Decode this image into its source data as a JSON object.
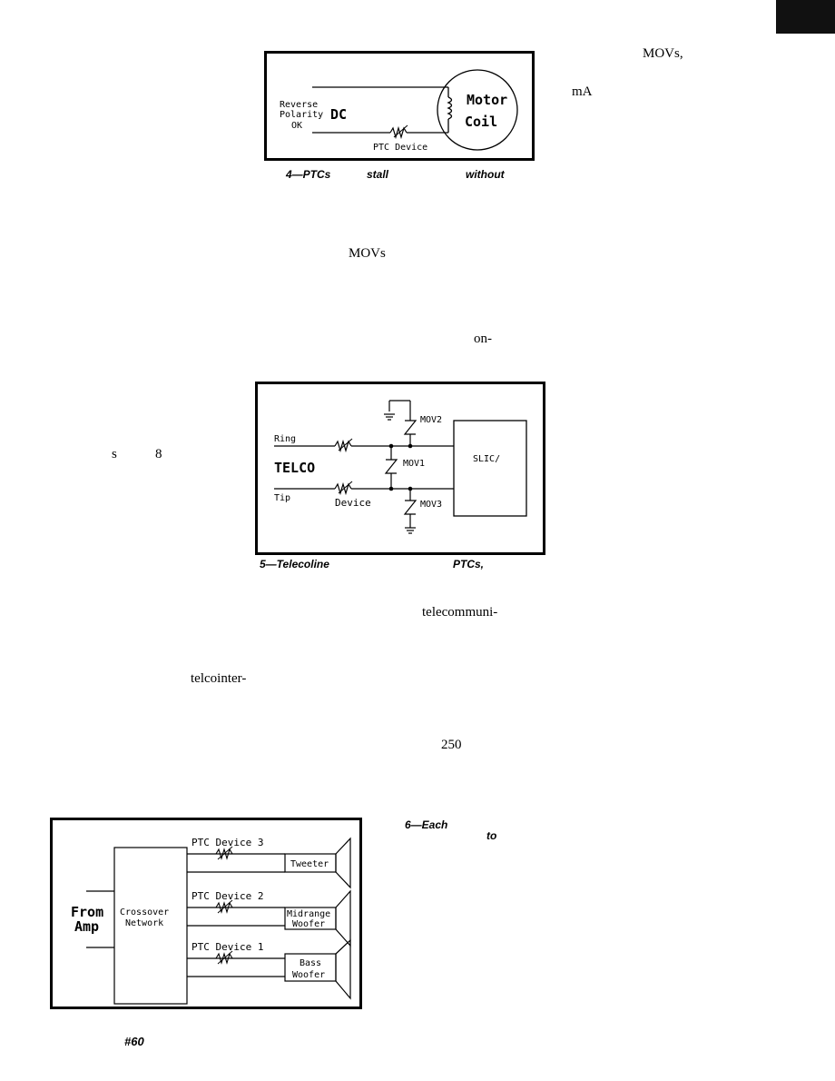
{
  "page_fragments": {
    "movs_top": "MOVs,",
    "ma": "mA",
    "movs_mid": "MOVs",
    "on": "on-",
    "s": "s",
    "eight": "8",
    "telecommuni": "telecommuni-",
    "telcointer": "telcointer-",
    "two_fifty": "250"
  },
  "figure4": {
    "reverse": "Reverse",
    "polarity": "Polarity",
    "ok": "OK",
    "dc": "DC",
    "motor": "Motor",
    "coil": "Coil",
    "ptc_device": "PTC Device",
    "caption_num": "4—PTCs",
    "caption_a": "stall",
    "caption_b": "without"
  },
  "figure5": {
    "mov2": "MOV2",
    "mov1": "MOV1",
    "mov3": "MOV3",
    "ring": "Ring",
    "telco": "TELCO",
    "tip": "Tip",
    "device": "Device",
    "slic": "SLIC/",
    "caption_num": "5—Telecoline",
    "caption_b": "PTCs,"
  },
  "figure6": {
    "ptc3": "PTC Device 3",
    "ptc2": "PTC Device 2",
    "ptc1": "PTC Device 1",
    "from": "From",
    "amp": "Amp",
    "crossover": "Crossover",
    "network": "Network",
    "tweeter": "Tweeter",
    "midrange": "Midrange",
    "woofer_mid": "Woofer",
    "bass": "Bass",
    "woofer_bass": "Woofer",
    "caption_num": "6—Each",
    "caption_b": "to"
  },
  "footer": {
    "issue": "#60"
  }
}
